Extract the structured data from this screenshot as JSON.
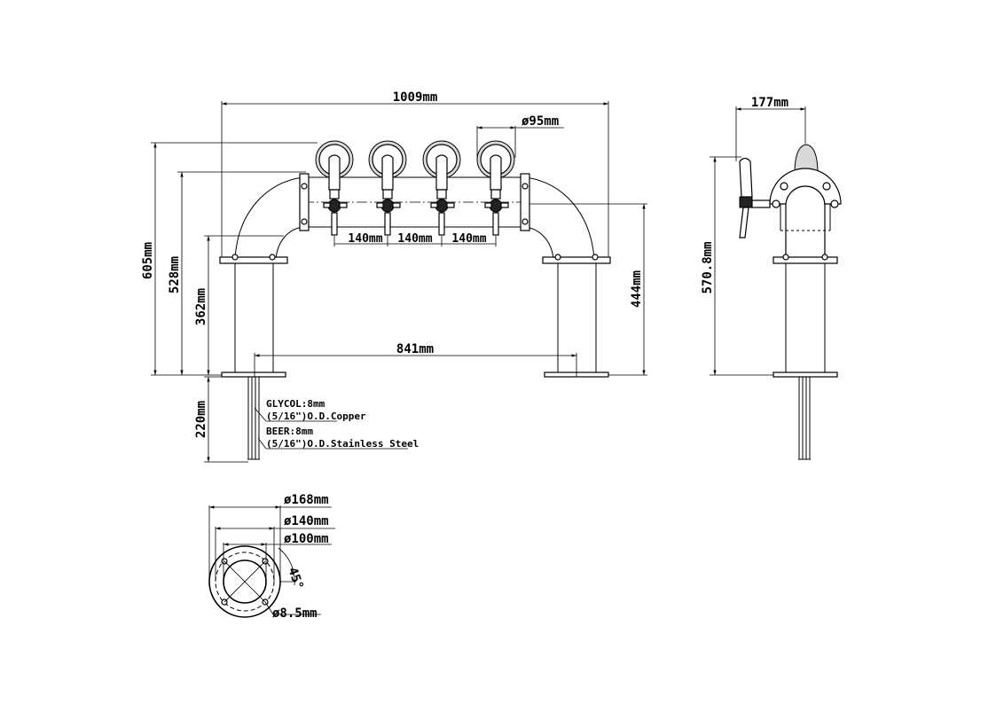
{
  "dimensions": {
    "overall_width": "1009mm",
    "medallion_diameter": "ø95mm",
    "tap_spacing_1": "140mm",
    "tap_spacing_2": "140mm",
    "tap_spacing_3": "140mm",
    "total_height": "605mm",
    "height_528": "528mm",
    "height_362": "362mm",
    "height_444": "444mm",
    "leg_spacing": "841mm",
    "tail_length": "220mm",
    "side_width": "177mm",
    "side_height": "570.8mm",
    "flange_outer": "ø168mm",
    "bolt_circle": "ø140mm",
    "pipe_diameter": "ø100mm",
    "bolt_angle": "45°",
    "bolt_hole": "ø8.5mm"
  },
  "notes": {
    "glycol_line": "GLYCOL:8mm",
    "glycol_material": "(5/16\")O.D.Copper",
    "beer_line": "BEER:8mm",
    "beer_material": "(5/16\")O.D.Stainless Steel"
  }
}
